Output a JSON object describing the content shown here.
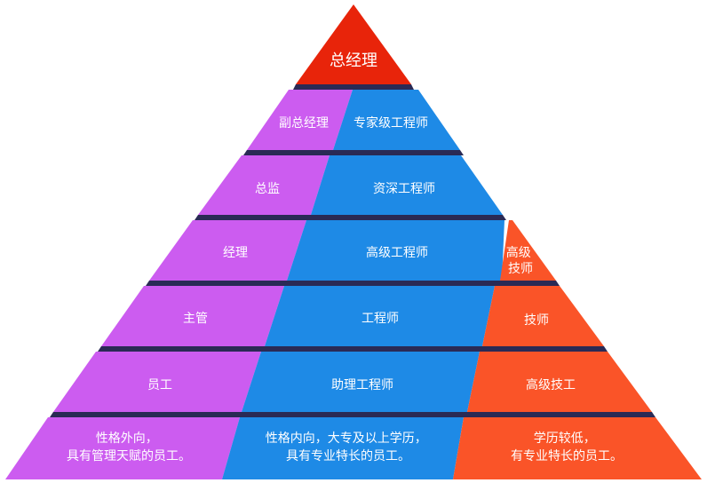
{
  "colors": {
    "top": "#e8240a",
    "management": "#cc5cf0",
    "engineering": "#1e8ae6",
    "technician": "#fa5428",
    "ledge": "#2a2a55"
  },
  "top": {
    "label": "总经理"
  },
  "levels": [
    {
      "management": "副总经理",
      "engineering": "专家级工程师",
      "technician": ""
    },
    {
      "management": "总监",
      "engineering": "资深工程师",
      "technician": ""
    },
    {
      "management": "经理",
      "engineering": "高级工程师",
      "technician": "高级\n技师"
    },
    {
      "management": "主管",
      "engineering": "工程师",
      "technician": "技师"
    },
    {
      "management": "员工",
      "engineering": "助理工程师",
      "technician": "高级技工"
    }
  ],
  "base": {
    "management": "性格外向，\n具有管理天赋的员工。",
    "engineering": "性格内向，大专及以上学历，\n具有专业特长的员工。",
    "technician": "学历较低，\n有专业特长的员工。"
  }
}
